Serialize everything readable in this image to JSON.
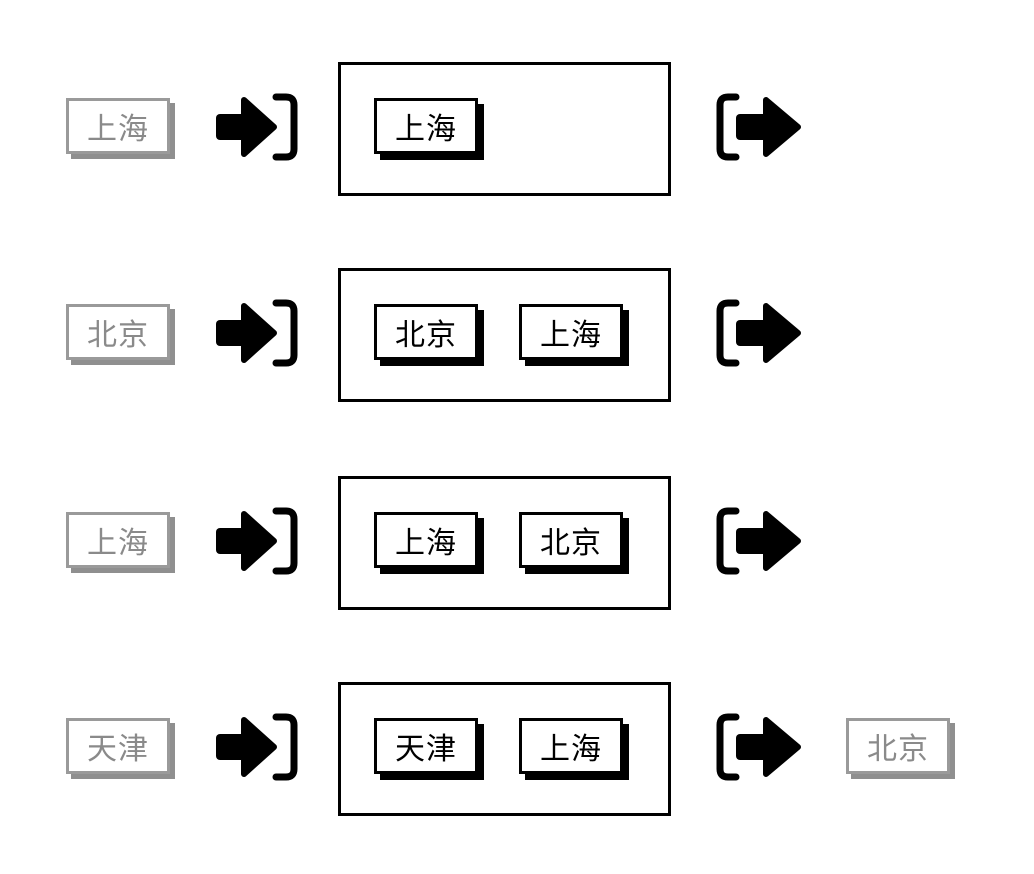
{
  "rows": [
    {
      "incoming": "上海",
      "cache": [
        "上海"
      ],
      "evicted": ""
    },
    {
      "incoming": "北京",
      "cache": [
        "北京",
        "上海"
      ],
      "evicted": ""
    },
    {
      "incoming": "上海",
      "cache": [
        "上海",
        "北京"
      ],
      "evicted": ""
    },
    {
      "incoming": "天津",
      "cache": [
        "天津",
        "上海"
      ],
      "evicted": "北京"
    }
  ],
  "icons": {
    "enter": "sign-in-icon",
    "exit": "sign-out-icon"
  },
  "colors": {
    "ink": "#000000",
    "faded": "#8a8a8a",
    "background": "#ffffff"
  }
}
